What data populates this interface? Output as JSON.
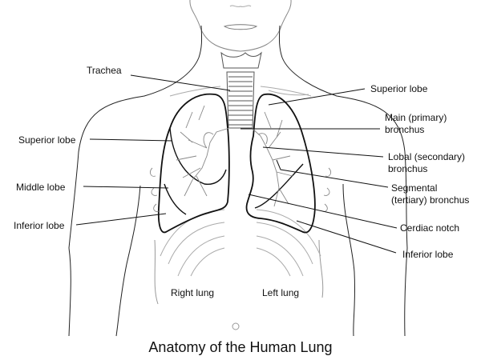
{
  "diagram": {
    "title": "Anatomy of the Human Lung",
    "labels": {
      "trachea": "Trachea",
      "right_superior_lobe": "Superior lobe",
      "right_middle_lobe": "Middle lobe",
      "right_inferior_lobe": "Inferior lobe",
      "left_superior_lobe": "Superior lobe",
      "main_bronchus_line1": "Main (primary)",
      "main_bronchus_line2": "bronchus",
      "lobal_bronchus_line1": "Lobal (secondary)",
      "lobal_bronchus_line2": "bronchus",
      "segmental_bronchus_line1": "Segmental",
      "segmental_bronchus_line2": "(tertiary) bronchus",
      "cardiac_notch": "Cerdiac notch",
      "left_inferior_lobe": "Inferior lobe",
      "right_lung": "Right lung",
      "left_lung": "Left lung"
    },
    "colors": {
      "outline": "#111111",
      "detail": "#9a9a9a",
      "background": "#ffffff"
    }
  }
}
